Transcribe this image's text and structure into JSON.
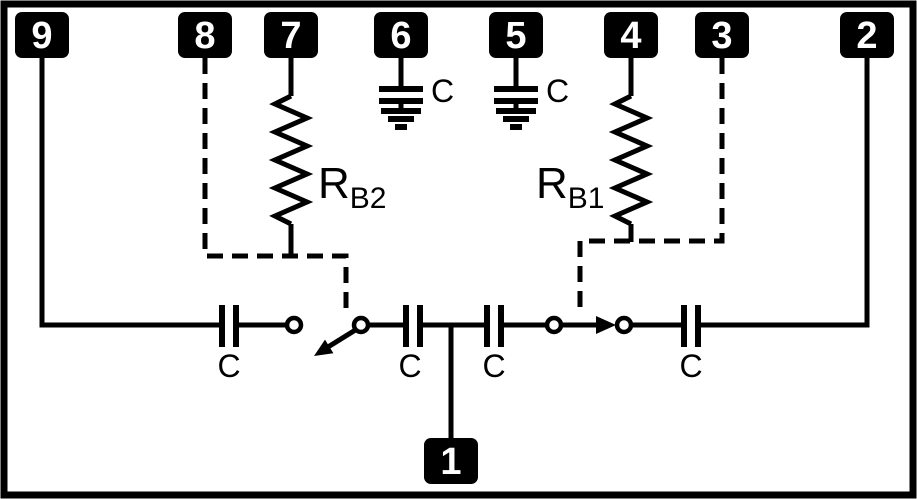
{
  "pins": {
    "p1": "1",
    "p2": "2",
    "p3": "3",
    "p4": "4",
    "p5": "5",
    "p6": "6",
    "p7": "7",
    "p8": "8",
    "p9": "9"
  },
  "resistors": {
    "rb2": {
      "symbol": "R",
      "subscript": "B2"
    },
    "rb1": {
      "symbol": "R",
      "subscript": "B1"
    }
  },
  "capacitors": {
    "pin6": "C",
    "pin5": "C",
    "left": "C",
    "mid_left": "C",
    "mid_right": "C",
    "right": "C"
  },
  "colors": {
    "ink": "#000000",
    "paper": "#ffffff"
  }
}
